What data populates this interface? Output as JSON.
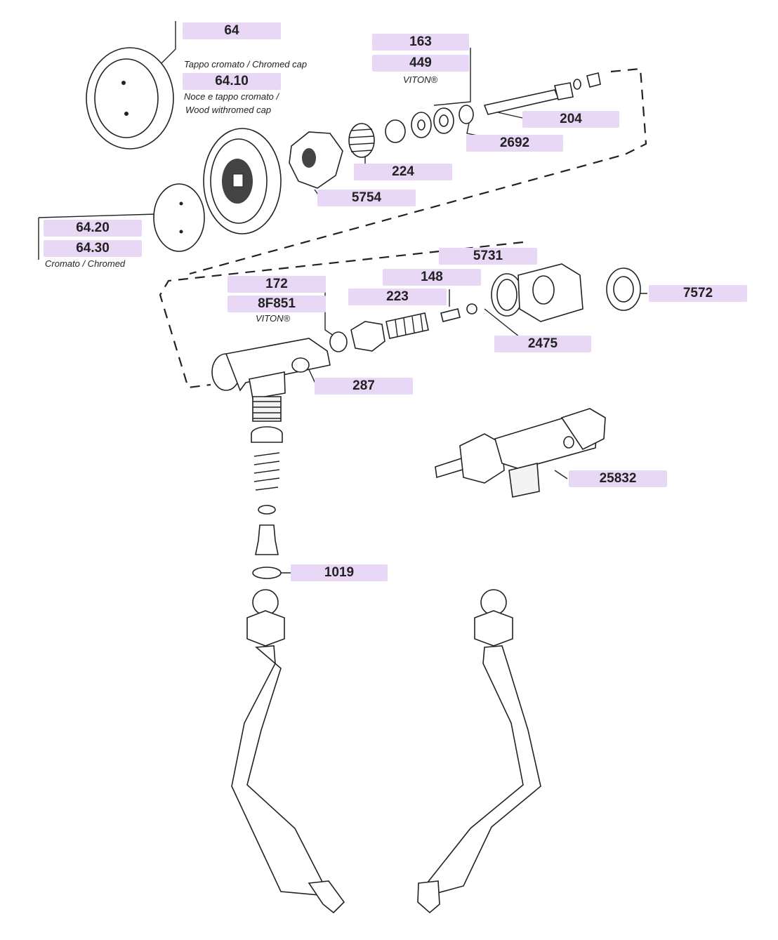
{
  "parts": {
    "p64": "64",
    "p6410": "64.10",
    "p6420": "64.20",
    "p6430": "64.30",
    "p163": "163",
    "p449": "449",
    "p204": "204",
    "p2692": "2692",
    "p224": "224",
    "p5754": "5754",
    "p5731": "5731",
    "p148": "148",
    "p223": "223",
    "p172": "172",
    "p8F851": "8F851",
    "p7572": "7572",
    "p2475": "2475",
    "p287": "287",
    "p25832": "25832",
    "p1019": "1019"
  },
  "notes": {
    "chromed_cap": "Tappo cromato / Chromed cap",
    "wood_cap_1": "Noce e tappo cromato /",
    "wood_cap_2": "Wood withromed cap",
    "viton_1": "VITON®",
    "viton_2": "VITON®",
    "chromed": "Cromato / Chromed"
  },
  "colors": {
    "label_bg": "#e9d7f6",
    "line": "#222222"
  }
}
